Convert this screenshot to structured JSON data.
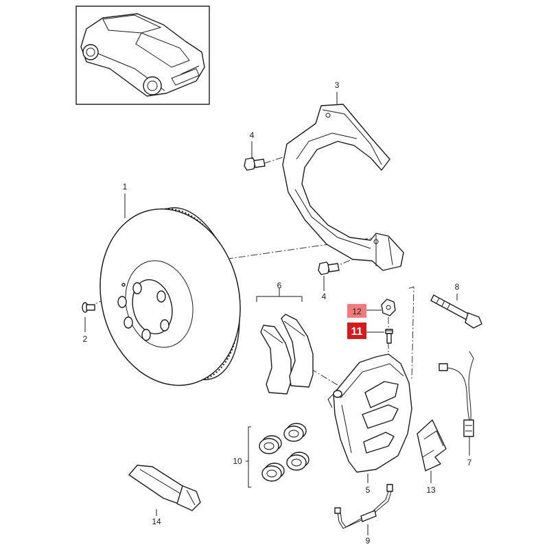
{
  "parts": [
    {
      "id": "1",
      "label": "1",
      "name": "brake-disc"
    },
    {
      "id": "2",
      "label": "2",
      "name": "disc-screw"
    },
    {
      "id": "3",
      "label": "3",
      "name": "brake-shield"
    },
    {
      "id": "4a",
      "label": "4",
      "name": "shield-bolt-upper"
    },
    {
      "id": "4b",
      "label": "4",
      "name": "shield-bolt-lower"
    },
    {
      "id": "5",
      "label": "5",
      "name": "brake-caliper"
    },
    {
      "id": "6",
      "label": "6",
      "name": "brake-pad-set"
    },
    {
      "id": "7",
      "label": "7",
      "name": "wear-sensor"
    },
    {
      "id": "8",
      "label": "8",
      "name": "caliper-bolt"
    },
    {
      "id": "9",
      "label": "9",
      "name": "brake-line"
    },
    {
      "id": "10",
      "label": "10",
      "name": "piston-seal-set"
    },
    {
      "id": "11",
      "label": "11",
      "name": "bleeder-valve",
      "highlight": "dark"
    },
    {
      "id": "12",
      "label": "12",
      "name": "bleeder-cap",
      "highlight": "light"
    },
    {
      "id": "13",
      "label": "13",
      "name": "spreader-spring"
    },
    {
      "id": "14",
      "label": "14",
      "name": "assembly-paste"
    }
  ],
  "colors": {
    "highlight_primary": "#d01c1c",
    "highlight_secondary": "#f07b7b",
    "line": "#1a1a1a",
    "background": "#ffffff"
  }
}
